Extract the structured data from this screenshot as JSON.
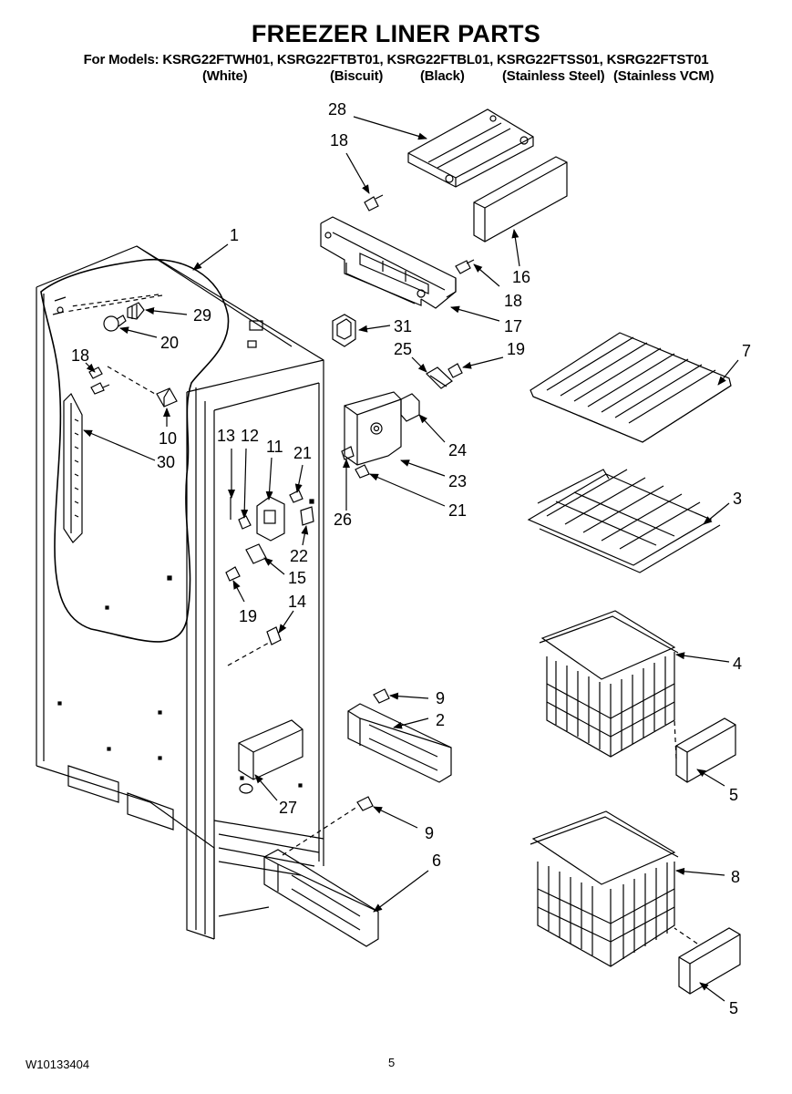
{
  "header": {
    "title": "FREEZER LINER PARTS",
    "models": "For Models: KSRG22FTWH01, KSRG22FTBT01, KSRG22FTBL01, KSRG22FTSS01, KSRG22FTST01",
    "variants": [
      "(White)",
      "(Biscuit)",
      "(Black)",
      "(Stainless Steel)",
      "(Stainless VCM)"
    ]
  },
  "callouts": {
    "c1": "1",
    "c28": "28",
    "c18a": "18",
    "c16": "16",
    "c18b": "18",
    "c17": "17",
    "c29": "29",
    "c20": "20",
    "c18c": "18",
    "c10": "10",
    "c30": "30",
    "c31": "31",
    "c25": "25",
    "c19a": "19",
    "c7": "7",
    "c24": "24",
    "c13": "13",
    "c12": "12",
    "c11": "11",
    "c21a": "21",
    "c23": "23",
    "c26": "26",
    "c21b": "21",
    "c3": "3",
    "c22": "22",
    "c15": "15",
    "c19b": "19",
    "c14": "14",
    "c4": "4",
    "c9a": "9",
    "c2": "2",
    "c5a": "5",
    "c27": "27",
    "c9b": "9",
    "c6": "6",
    "c8": "8",
    "c5b": "5"
  },
  "footer": {
    "doc_number": "W10133404",
    "page_number": "5"
  }
}
